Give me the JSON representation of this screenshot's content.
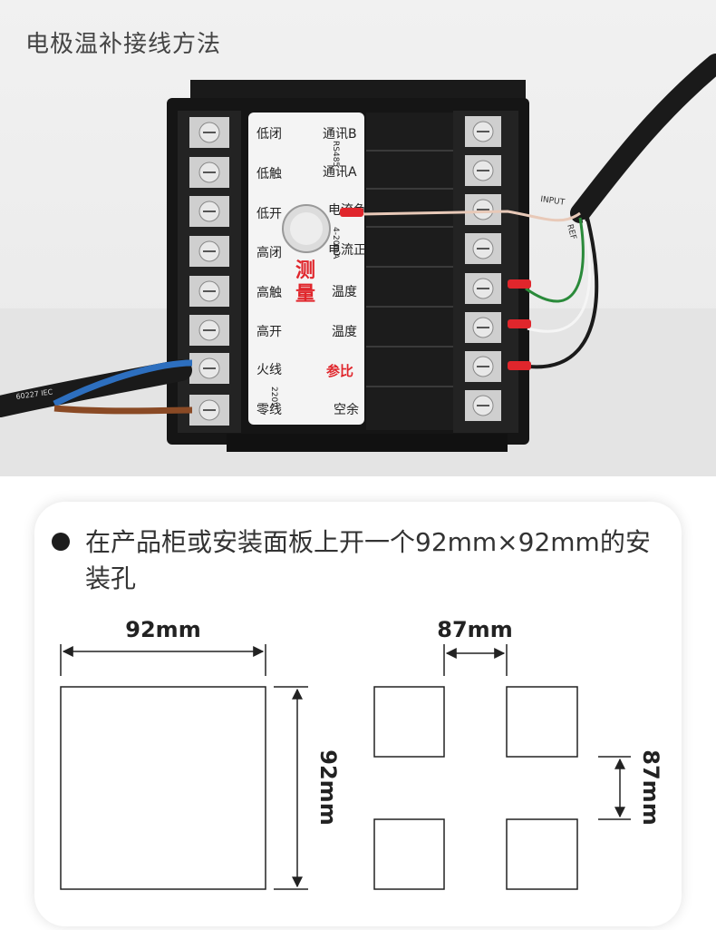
{
  "photo": {
    "title": "电极温补接线方法",
    "left_terminals": [
      "低闭",
      "低触",
      "低开",
      "高闭",
      "高触",
      "高开",
      "火线",
      "零线"
    ],
    "right_terminals": [
      "通讯B",
      "通讯A",
      "电流负",
      "电流正",
      "温度",
      "温度",
      "参比",
      "空余"
    ],
    "center_label": "测量",
    "ref_label": "参比",
    "rs485": "RS485",
    "ma_label": "4-20mA",
    "voltage": "220V",
    "cable_print": "60227 IEC",
    "wire_input": "INPUT",
    "wire_ref": "REF"
  },
  "install": {
    "description": "在产品柜或安装面板上开一个92mm×92mm的安装孔",
    "single_width": "92mm",
    "single_height": "92mm",
    "multi_width": "87mm",
    "multi_height": "87mm"
  }
}
